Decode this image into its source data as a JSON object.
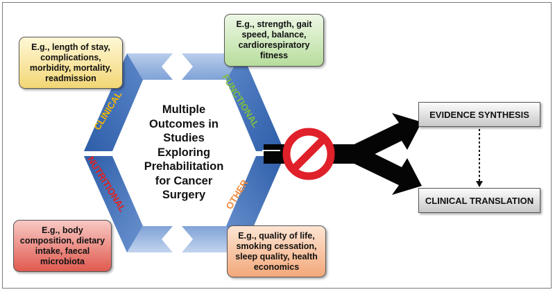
{
  "center_title": "Multiple\nOutcomes in\nStudies\nExploring\nPrehabilitation\nfor Cancer\nSurgery",
  "segments": {
    "clinical": "CLINICAL",
    "functional": "FUNCTIONAL",
    "nutritional": "NUTRITIONAL",
    "other": "OTHER"
  },
  "boxes": {
    "clinical": "E.g., length of stay,\ncomplications,\nmorbidity, mortality,\nreadmission",
    "functional": "E.g., strength, gait\nspeed, balance,\ncardiorespiratory\nfitness",
    "nutritional": "E.g., body\ncomposition, dietary\nintake, faecal\nmicrobiota",
    "other": "E.g., quality of life,\nsmoking cessation,\nsleep quality, health\neconomics"
  },
  "outputs": {
    "evidence_synthesis": "EVIDENCE SYNTHESIS",
    "clinical_translation": "CLINICAL TRANSLATION"
  },
  "colors": {
    "clinical": "#f5b800",
    "functional": "#7fbf3f",
    "nutritional": "#e02020",
    "other": "#f08a3c",
    "hexagon": "#3d6db5",
    "prohibition": "#e0202a"
  }
}
